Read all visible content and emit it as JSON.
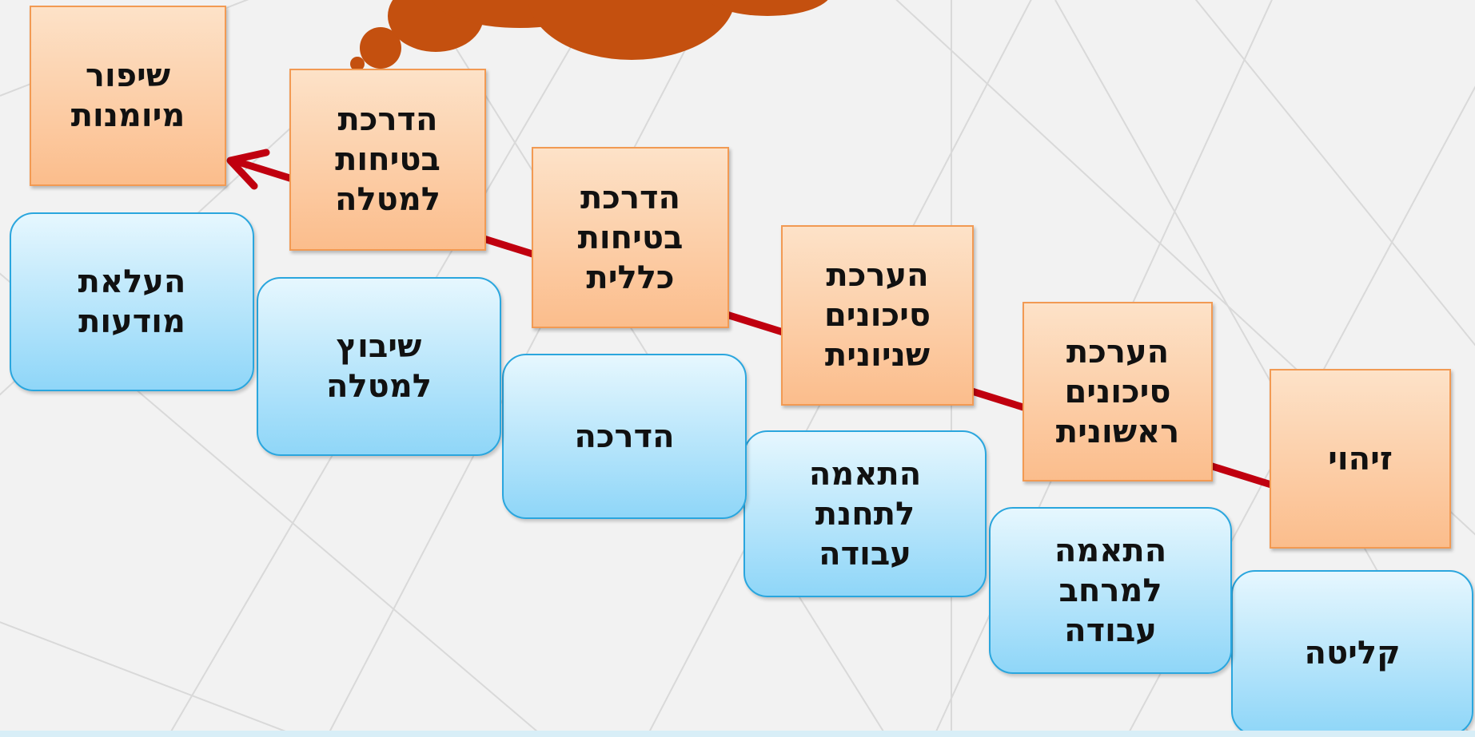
{
  "colors": {
    "background": "#f2f2f2",
    "grid_lines": "#d6d6d6",
    "arrow": "#c0000f",
    "cloud": "#c4500f",
    "orange_box_fill": "#fbbd8c",
    "orange_box_border": "#f29a53",
    "blue_box_fill": "#8fd6f8",
    "blue_box_border": "#2aa6de"
  },
  "orange_steps": [
    {
      "label": "זיהוי"
    },
    {
      "label": "הערכת\nסיכונים\nראשונית"
    },
    {
      "label": "הערכת\nסיכונים\nשניונית"
    },
    {
      "label": "הדרכת\nבטיחות\nכללית"
    },
    {
      "label": "הדרכת\nבטיחות\nלמטלה"
    },
    {
      "label": "שיפור\nמיומנות"
    }
  ],
  "blue_steps": [
    {
      "label": "קליטה"
    },
    {
      "label": "התאמה\nלמרחב\nעבודה"
    },
    {
      "label": "התאמה\nלתחנת\nעבודה"
    },
    {
      "label": "הדרכה"
    },
    {
      "label": "שיבוץ\nלמטלה"
    },
    {
      "label": "העלאת\nמודעות"
    }
  ]
}
